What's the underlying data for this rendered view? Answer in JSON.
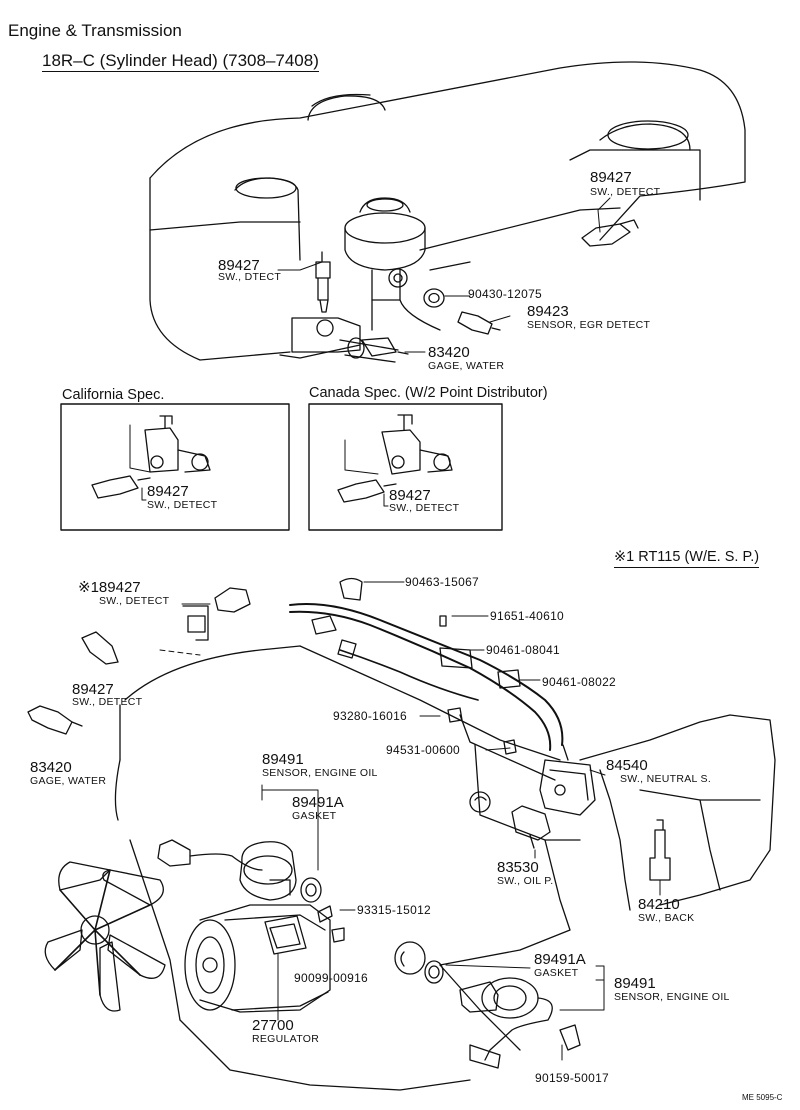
{
  "header": {
    "section": "Engine & Transmission",
    "subtitle": "18R–C (Sylinder Head) (7308–7408)"
  },
  "boxes": {
    "california": "California Spec.",
    "canada": "Canada Spec. (W/2 Point Distributor)",
    "rt115": "※1 RT115 (W/E. S. P.)"
  },
  "parts": {
    "p89427_a": "89427",
    "d89427_a": "SW., DETECT",
    "p89427_b": "89427",
    "d89427_b": "SW., DTECT",
    "p90430": "90430-12075",
    "p89423": "89423",
    "d89423": "SENSOR, EGR DETECT",
    "p83420_a": "83420",
    "d83420_a": "GAGE, WATER",
    "p89427_c": "89427",
    "d89427_c": "SW., DETECT",
    "p89427_d": "89427",
    "d89427_d": "SW., DETECT",
    "p189427": "※189427",
    "d189427": "SW., DETECT",
    "p90463": "90463-15067",
    "p91651": "91651-40610",
    "p90461_a": "90461-08041",
    "p90461_b": "90461-08022",
    "p89427_e": "89427",
    "d89427_e": "SW., DETECT",
    "p93280": "93280-16016",
    "p94531": "94531-00600",
    "p84540": "84540",
    "d84540": "SW., NEUTRAL S.",
    "p83420_b": "83420",
    "d83420_b": "GAGE, WATER",
    "p89491_a": "89491",
    "d89491_a": "SENSOR, ENGINE OIL",
    "p89491A_a": "89491A",
    "d89491A_a": "GASKET",
    "p83530": "83530",
    "d83530": "SW., OIL P.",
    "p84210": "84210",
    "d84210": "SW., BACK",
    "p93315": "93315-15012",
    "p90099": "90099-00916",
    "p89491A_b": "89491A",
    "d89491A_b": "GASKET",
    "p89491_b": "89491",
    "d89491_b": "SENSOR, ENGINE OIL",
    "p27700": "27700",
    "d27700": "REGULATOR",
    "p90159": "90159-50017"
  },
  "footer": {
    "code": "ME 5095-C"
  }
}
